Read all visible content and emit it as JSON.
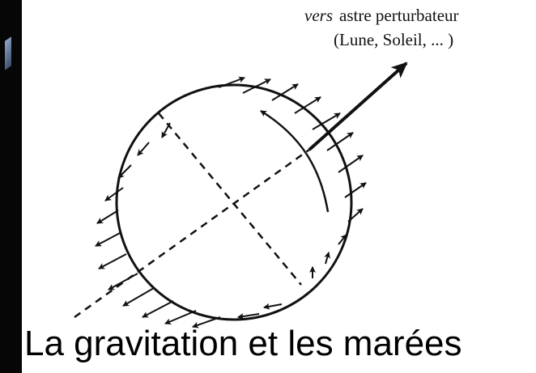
{
  "annotation": {
    "vers": "vers",
    "line1_rest": "astre perturbateur",
    "line2": "(Lune, Soleil, ... )"
  },
  "caption": "La gravitation et les marées",
  "colors": {
    "ink": "#111111",
    "background": "#ffffff",
    "left_panel": "#060606"
  }
}
